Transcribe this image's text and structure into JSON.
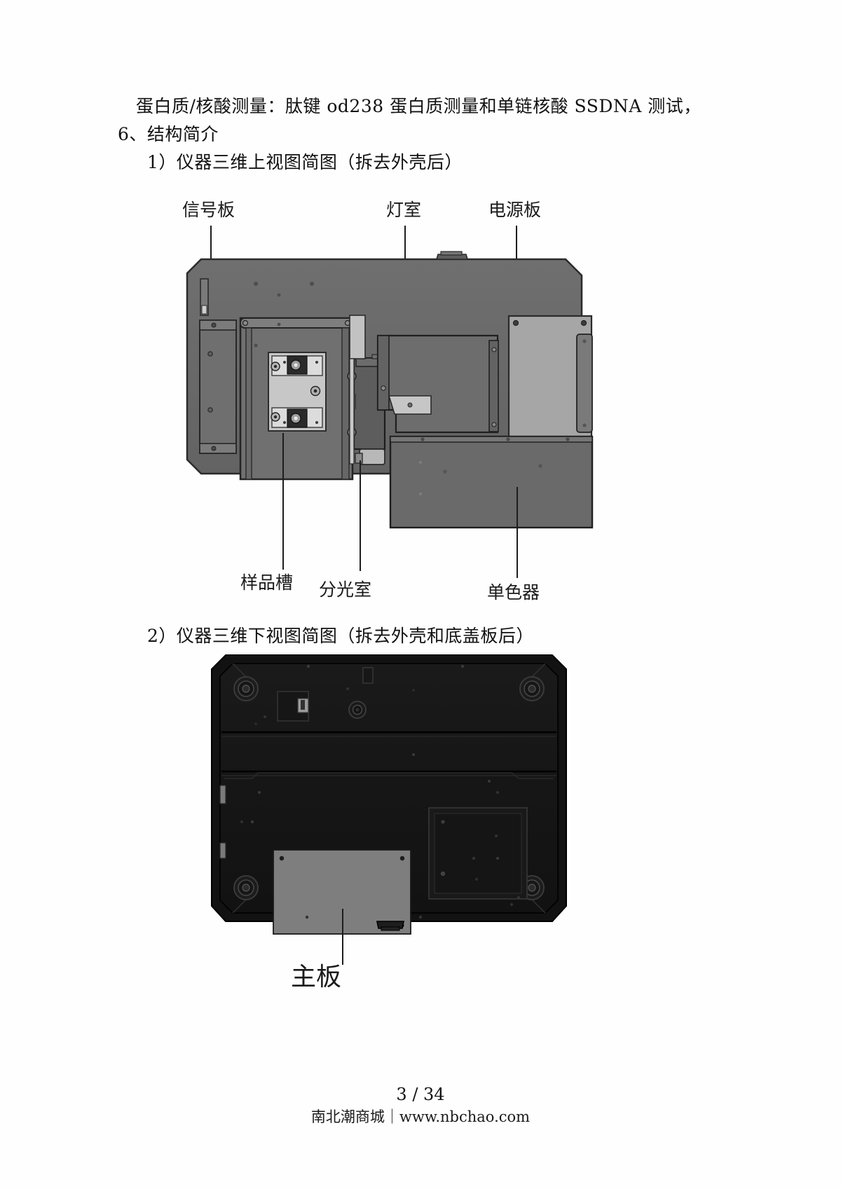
{
  "document": {
    "body_lines": [
      {
        "id": "line1",
        "text": "蛋白质/核酸测量：肽键 od238 蛋白质测量和单链核酸 SSDNA 测试，"
      },
      {
        "id": "line2",
        "text": "6、结构简介"
      },
      {
        "id": "line3",
        "text": "1）仪器三维上视图简图（拆去外壳后）"
      }
    ],
    "section_heading": "6、结构简介"
  },
  "figure1": {
    "caption": "1）仪器三维上视图简图（拆去外壳后）",
    "view": "top-view",
    "labels_top": [
      {
        "id": "signal-board",
        "text": "信号板"
      },
      {
        "id": "lamp-chamber",
        "text": "灯室"
      },
      {
        "id": "power-board",
        "text": "电源板"
      }
    ],
    "labels_bottom": [
      {
        "id": "sample-slot",
        "text": "样品槽"
      },
      {
        "id": "spectro-chamber",
        "text": "分光室"
      },
      {
        "id": "monochromator",
        "text": "单色器"
      }
    ],
    "colors": {
      "chassis": "#6b6b6b",
      "outline": "#2f2f2f",
      "panel_light": "#9a9a9a",
      "panel_lighter": "#c9c9c9",
      "panel_mid": "#7d7d7d",
      "panel_dark": "#585858"
    }
  },
  "figure2": {
    "caption": "2）仪器三维下视图简图（拆去外壳和底盖板后）",
    "view": "bottom-view",
    "labels_bottom": [
      {
        "id": "motherboard",
        "text": "主板"
      }
    ],
    "colors": {
      "chassis": "#151515",
      "outline": "#000000",
      "panel_light": "#8a8a8a",
      "panel_mid": "#242424",
      "panel_dark": "#0a0a0a"
    }
  },
  "footer": {
    "page_number": "3 / 34",
    "site_name": "南北潮商城",
    "separator": "｜",
    "site_url": "www.nbchao.com"
  }
}
